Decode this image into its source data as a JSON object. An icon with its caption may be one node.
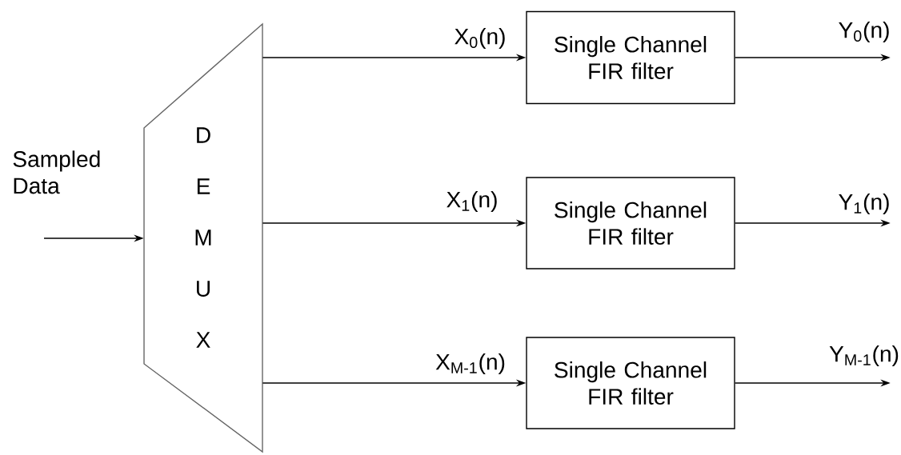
{
  "diagram": {
    "nodes": [
      {
        "text": [
          "D E M U X"
        ]
      },
      {
        "text": [
          "Single Channel FIR filter"
        ]
      },
      {
        "text": [
          "Single Channel FIR filter"
        ]
      },
      {
        "text": [
          "Single Channel FIR filter"
        ]
      }
    ],
    "edges": [
      {
        "from": null,
        "to": 0,
        "arrow": "to"
      },
      {
        "from": 0,
        "to": 1,
        "arrow": "to",
        "label": "X$_{0}$(n)"
      },
      {
        "from": 0,
        "to": 2,
        "arrow": "to",
        "label": "X$_{1}$(n)"
      },
      {
        "from": 0,
        "to": 3,
        "arrow": "to",
        "label": "X$_{M-1}$(n)"
      },
      {
        "from": 1,
        "to": null,
        "arrow": "to",
        "label": "Y$_{0}$(n)"
      },
      {
        "from": 2,
        "to": null,
        "arrow": "to",
        "label": "Y$_{1}$(n)"
      },
      {
        "from": 3,
        "to": null,
        "arrow": "to",
        "label": "Y$_{M-1}$(n)"
      }
    ],
    "labels": [
      "Sampled Data"
    ]
  }
}
